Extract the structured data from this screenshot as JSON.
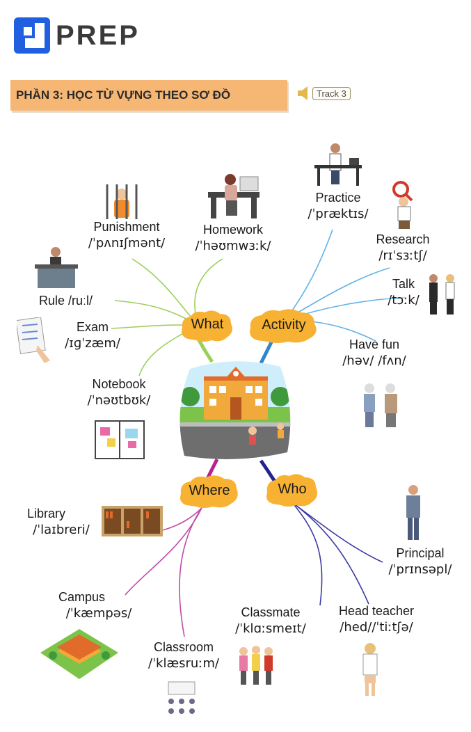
{
  "brand": {
    "name": "PREP",
    "color": "#1f5fe0"
  },
  "banner": {
    "title": "PHẦN 3: HỌC TỪ VỰNG THEO SƠ ĐỒ",
    "color": "#f7b774"
  },
  "audio": {
    "label": "Track 3",
    "icon": "speaker-icon"
  },
  "categories": {
    "what": "What",
    "activity": "Activity",
    "where": "Where",
    "who": "Who"
  },
  "words": {
    "punishment": {
      "word": "Punishment",
      "ipa": "/ˈpʌnɪʃmənt/"
    },
    "homework": {
      "word": "Homework",
      "ipa": "/ˈhəʊmwɜːk/"
    },
    "rule": {
      "word": "Rule /ruːl/"
    },
    "exam": {
      "word": "Exam",
      "ipa": "/ɪɡˈzæm/"
    },
    "notebook": {
      "word": "Notebook",
      "ipa": "/ˈnəʊtbʊk/"
    },
    "practice": {
      "word": "Practice",
      "ipa": "/ˈpræktɪs/"
    },
    "research": {
      "word": "Research",
      "ipa": "/rɪˈsɜːtʃ/"
    },
    "talk": {
      "word": "Talk",
      "ipa": "/tɔːk/"
    },
    "have_fun": {
      "word": "Have fun",
      "ipa": "/həv/ /fʌn/"
    },
    "library": {
      "word": "Library",
      "ipa": "/ˈlaɪbreri/"
    },
    "campus": {
      "word": "Campus",
      "ipa": "/ˈkæmpəs/"
    },
    "classroom": {
      "word": "Classroom",
      "ipa": "/ˈklæsruːm/"
    },
    "classmate": {
      "word": "Classmate",
      "ipa": "/ˈklɑːsmeɪt/"
    },
    "head_teacher": {
      "word": "Head teacher",
      "ipa": "/hed//ˈtiːtʃə/"
    },
    "principal": {
      "word": "Principal",
      "ipa": "/ˈprɪnsəpl/"
    }
  },
  "colors": {
    "what_branch": "#9ccf5a",
    "activity_branch": "#2f86c9",
    "where_branch": "#b8238f",
    "who_branch": "#23238f",
    "cloud": "#f8b233"
  }
}
